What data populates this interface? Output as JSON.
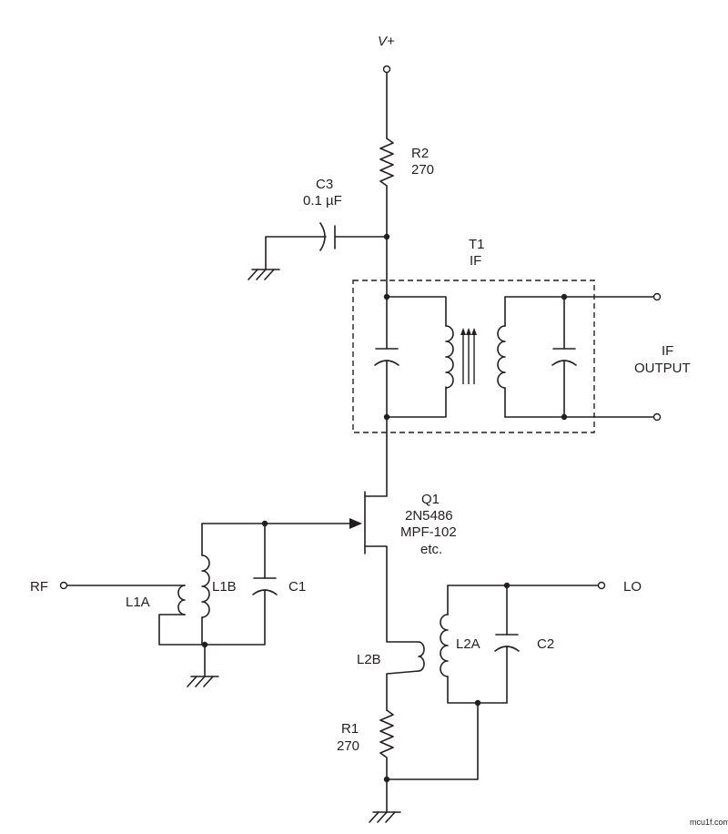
{
  "labels": {
    "vplus": "V+",
    "r2_name": "R2",
    "r2_value": "270",
    "c3_name": "C3",
    "c3_value": "0.1 µF",
    "t1_name": "T1",
    "t1_type": "IF",
    "if_output_line1": "IF",
    "if_output_line2": "OUTPUT",
    "q1_name": "Q1",
    "q1_part1": "2N5486",
    "q1_part2": "MPF-102",
    "q1_part3": "etc.",
    "rf": "RF",
    "l1a": "L1A",
    "l1b": "L1B",
    "c1": "C1",
    "lo": "LO",
    "l2a": "L2A",
    "c2": "C2",
    "l2b": "L2B",
    "r1_name": "R1",
    "r1_value": "270"
  },
  "watermark": "mcu1f.com"
}
